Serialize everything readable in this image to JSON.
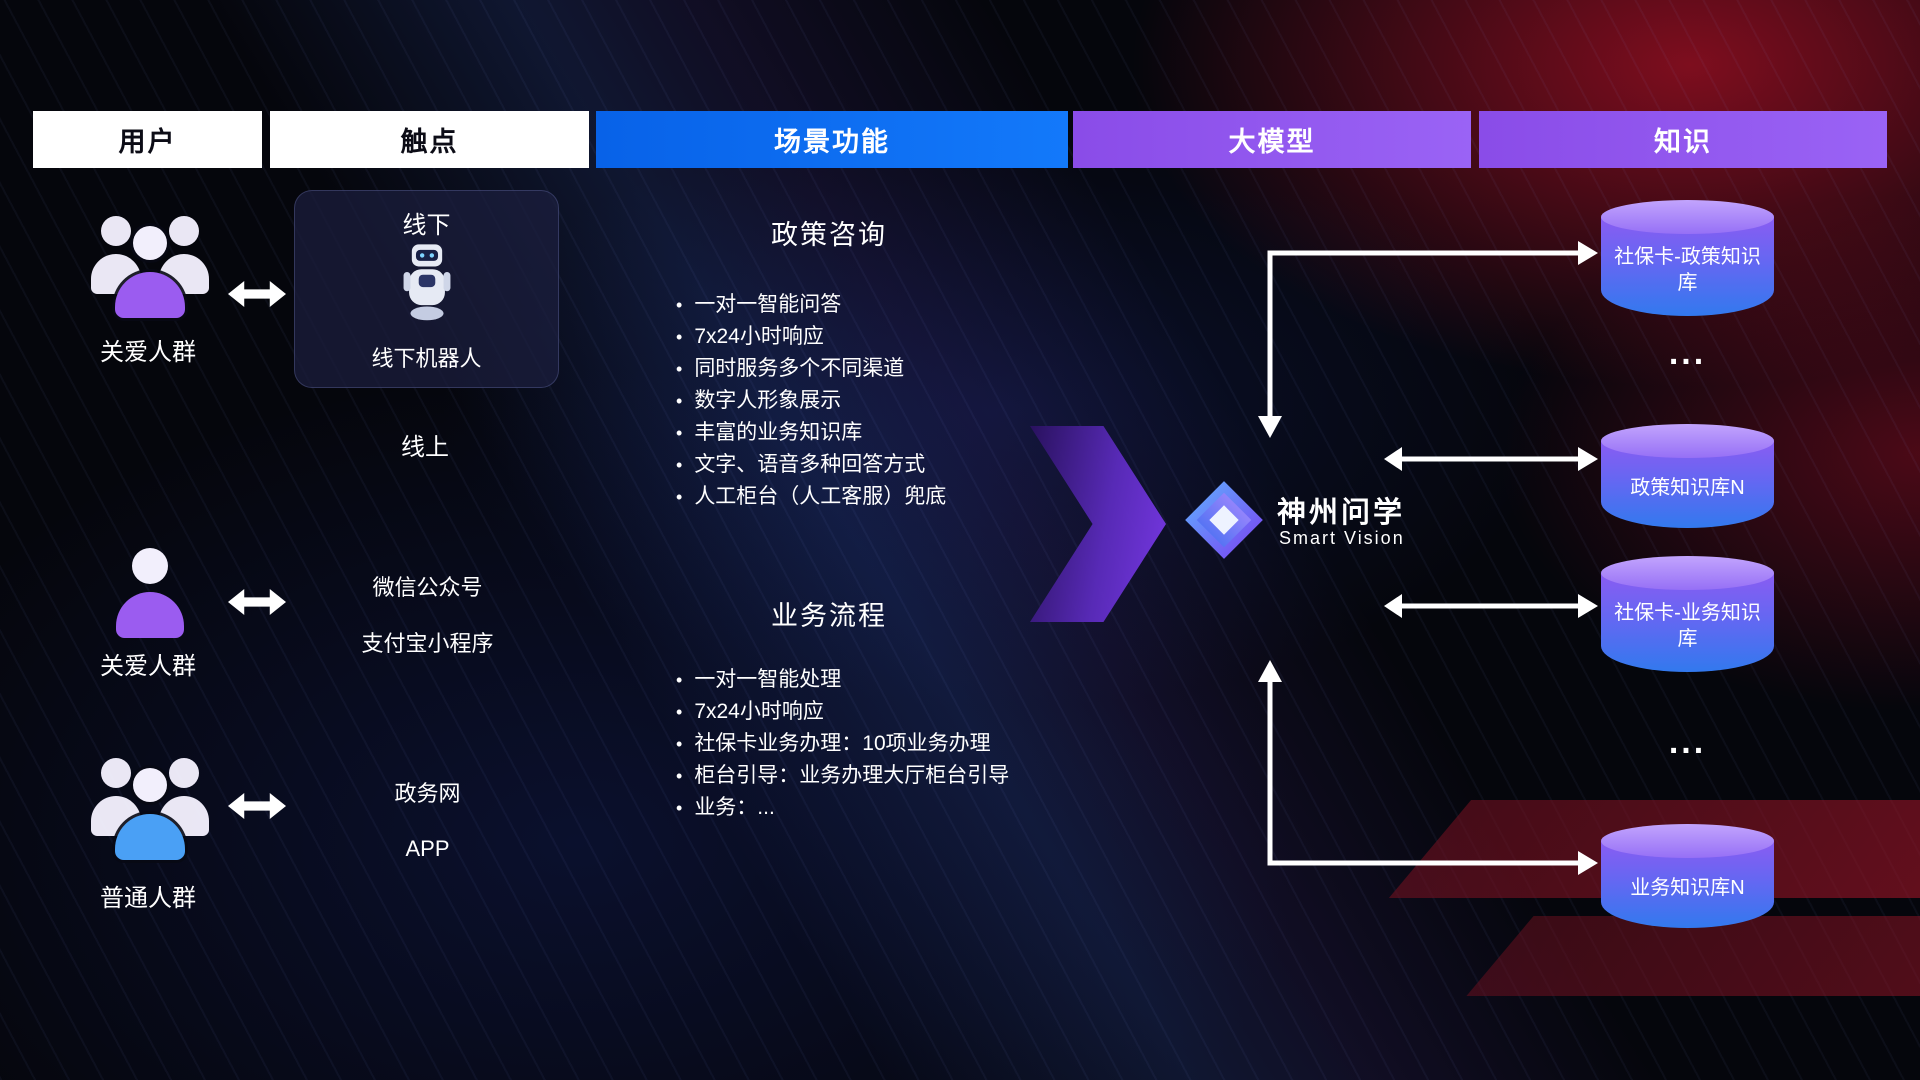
{
  "header": {
    "columns": [
      {
        "label": "用户"
      },
      {
        "label": "触点"
      },
      {
        "label": "场景功能"
      },
      {
        "label": "大模型"
      },
      {
        "label": "知识"
      }
    ]
  },
  "users": [
    {
      "label": "关爱人群"
    },
    {
      "label": "关爱人群"
    },
    {
      "label": "普通人群"
    }
  ],
  "touchpoints": {
    "offline": {
      "title": "线下",
      "robot_caption": "线下机器人"
    },
    "online_title": "线上",
    "online_channels": [
      "微信公众号",
      "支付宝小程序"
    ],
    "web_channels": [
      "政务网",
      "APP"
    ]
  },
  "scenarios": [
    {
      "title": "政策咨询",
      "items": [
        "一对一智能问答",
        "7x24小时响应",
        "同时服务多个不同渠道",
        "数字人形象展示",
        "丰富的业务知识库",
        "文字、语音多种回答方式",
        "人工柜台（人工客服）兜底"
      ]
    },
    {
      "title": "业务流程",
      "items": [
        "一对一智能处理",
        "7x24小时响应",
        "社保卡业务办理：10项业务办理",
        "柜台引导：业务办理大厅柜台引导",
        "业务：..."
      ]
    }
  ],
  "model": {
    "brand": "神州问学",
    "subtitle": "Smart Vision"
  },
  "knowledge": {
    "databases": [
      "社保卡-政策知识库",
      "政策知识库N",
      "社保卡-业务知识库",
      "业务知识库N"
    ],
    "ellipsis": "..."
  },
  "colors": {
    "header_blue": "#0a6cf2",
    "header_purple": "#9057ee",
    "db_top": "#b18cfa",
    "db_body_top": "#8a5cf2",
    "db_body_bottom": "#3279ee",
    "flow_arrow_purple": "#7c3aed",
    "user_purple": "#9b5cf0",
    "user_blue": "#4aa0f5"
  }
}
